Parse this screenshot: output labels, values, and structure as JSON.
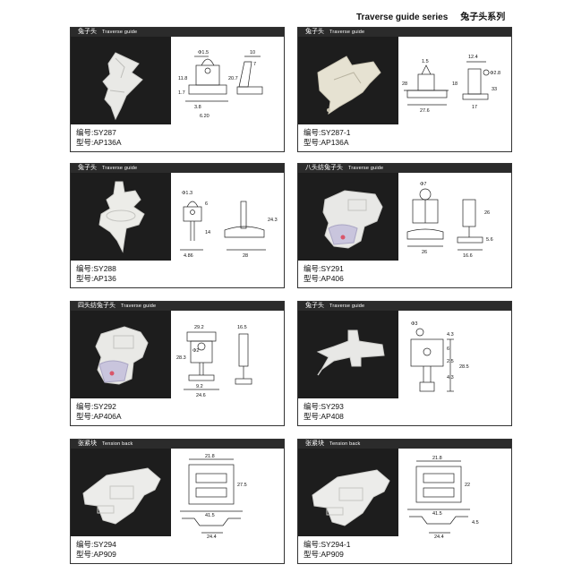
{
  "page": {
    "title_en": "Traverse guide series",
    "title_cn": "兔子头系列"
  },
  "cards": [
    {
      "title_cn": "兔子头",
      "title_en": "Traverse guide",
      "code": "编号:SY287",
      "model": "型号:AP136A",
      "dims": [
        "Φ1.5",
        "10",
        "7",
        "11.8",
        "20.7",
        "1.7",
        "3.8",
        "6.20"
      ]
    },
    {
      "title_cn": "兔子头",
      "title_en": "Traverse guide",
      "code": "编号:SY287-1",
      "model": "型号:AP136A",
      "dims": [
        "1.5",
        "12.4",
        "Φ2.8",
        "18",
        "28",
        "33",
        "27.6",
        "17"
      ]
    },
    {
      "title_cn": "兔子头",
      "title_en": "Traverse guide",
      "code": "编号:SY288",
      "model": "型号:AP136",
      "dims": [
        "Φ1.3",
        "6",
        "14",
        "24.3",
        "4.86",
        "28"
      ]
    },
    {
      "title_cn": "八头纺兔子头",
      "title_en": "Traverse guide",
      "code": "编号:SY291",
      "model": "型号:AP406",
      "dims": [
        "Φ7",
        "26",
        "26",
        "16.6",
        "5.6"
      ]
    },
    {
      "title_cn": "四头纺兔子头",
      "title_en": "Traverse guide",
      "code": "编号:SY292",
      "model": "型号:AP406A",
      "dims": [
        "29.2",
        "Φ2",
        "16.5",
        "28.3",
        "9.2",
        "24.6"
      ]
    },
    {
      "title_cn": "兔子头",
      "title_en": "Traverse guide",
      "code": "编号:SY293",
      "model": "型号:AP408",
      "dims": [
        "Φ3",
        "4.3",
        "6",
        "2.5",
        "28.5",
        "4.3"
      ]
    },
    {
      "title_cn": "张紧块",
      "title_en": "Tension back",
      "code": "编号:SY294",
      "model": "型号:AP909",
      "dims": [
        "21.8",
        "27.5",
        "41.5",
        "24.4"
      ]
    },
    {
      "title_cn": "张紧块",
      "title_en": "Tension back",
      "code": "编号:SY294-1",
      "model": "型号:AP909",
      "dims": [
        "21.8",
        "22",
        "41.5",
        "4.5",
        "24.4"
      ]
    }
  ]
}
